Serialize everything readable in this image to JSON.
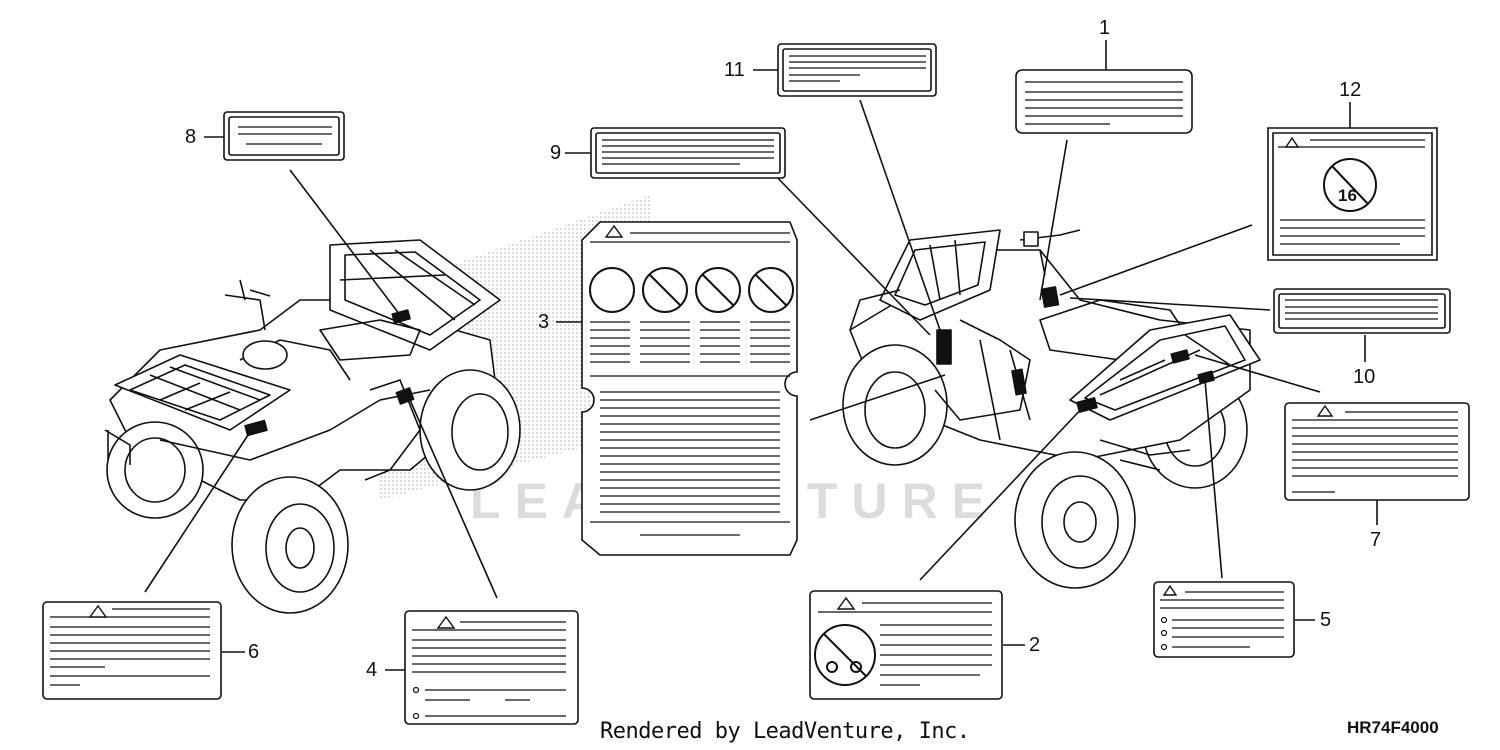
{
  "diagram": {
    "callouts": [
      {
        "id": "1",
        "label": "1"
      },
      {
        "id": "2",
        "label": "2"
      },
      {
        "id": "3",
        "label": "3"
      },
      {
        "id": "4",
        "label": "4"
      },
      {
        "id": "5",
        "label": "5"
      },
      {
        "id": "6",
        "label": "6"
      },
      {
        "id": "7",
        "label": "7"
      },
      {
        "id": "8",
        "label": "8"
      },
      {
        "id": "9",
        "label": "9"
      },
      {
        "id": "10",
        "label": "10"
      },
      {
        "id": "11",
        "label": "11"
      },
      {
        "id": "12",
        "label": "12"
      }
    ],
    "age_warning_number": "16",
    "watermark": "LEADVENTURE",
    "footer_text": "Rendered by LeadVenture, Inc.",
    "part_code": "HR74F4000"
  },
  "colors": {
    "ink": "#111111",
    "stipple": "#b8b8b8",
    "watermark": "#dcdcdc"
  }
}
